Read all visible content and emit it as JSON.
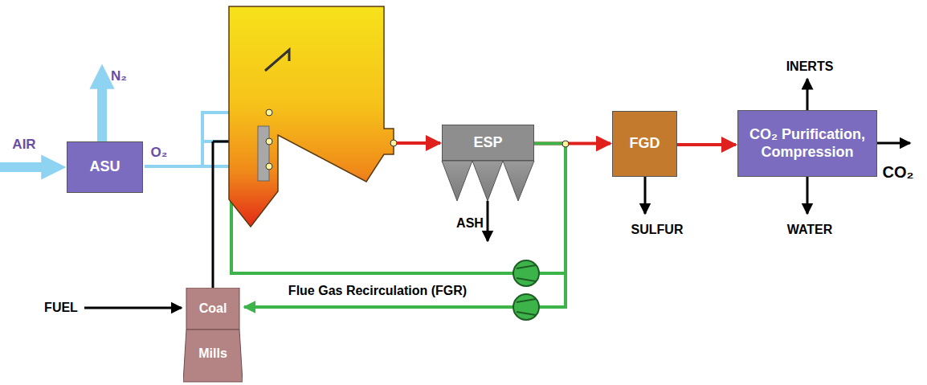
{
  "diagram": {
    "nodes": [
      {
        "text": [
          "ASU"
        ]
      },
      {
        "text": [
          "ESP"
        ]
      },
      {
        "text": [
          "FGD"
        ]
      },
      {
        "text": [
          "CO₂ Purification, Compression"
        ]
      },
      {
        "text": [
          "Coal",
          "Mills"
        ]
      }
    ],
    "edges": [
      {
        "from": 1,
        "to": 2,
        "arrow": "to"
      },
      {
        "from": 2,
        "to": 3,
        "arrow": "to"
      },
      {
        "from": 1,
        "to": 4,
        "arrow": "to"
      }
    ],
    "labels": [
      "AIR",
      "N₂",
      "O₂",
      "ASH",
      "FUEL",
      "Flue Gas Recirculation (FGR)",
      "SULFUR",
      "INERTS",
      "WATER",
      "CO₂"
    ]
  }
}
